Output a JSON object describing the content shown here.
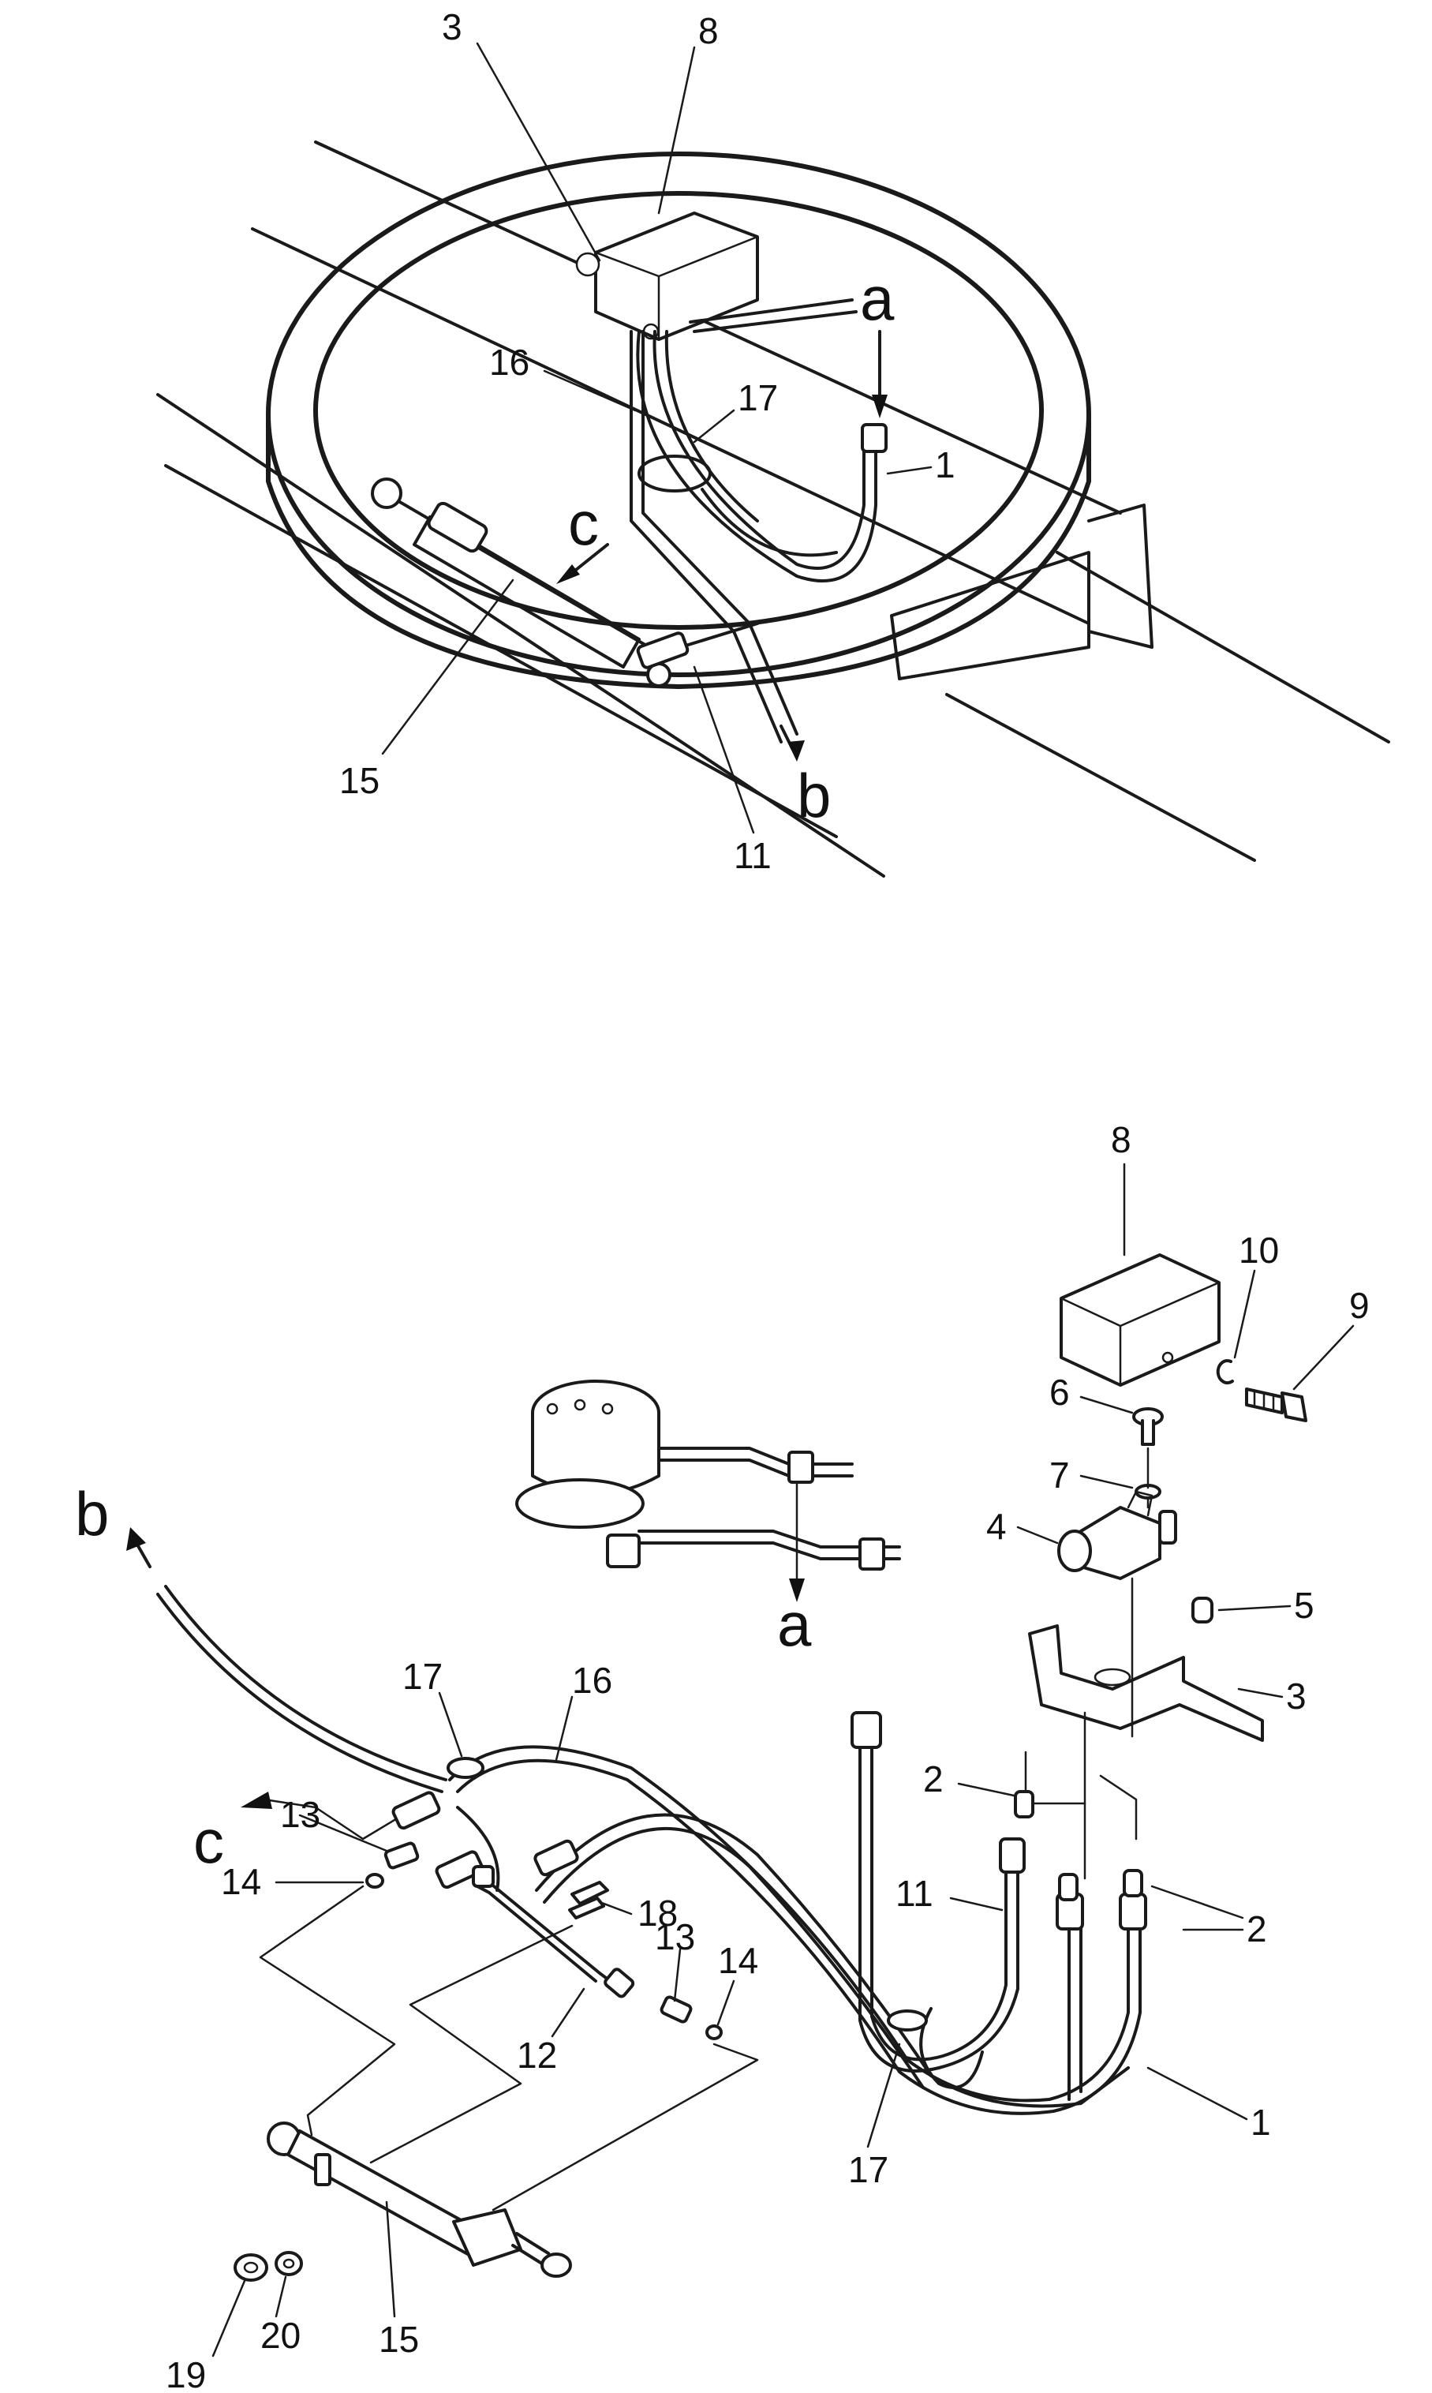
{
  "callouts_top": {
    "n3": "3",
    "n8": "8",
    "a": "a",
    "n16": "16",
    "n17": "17",
    "n1": "1",
    "c": "c",
    "n15": "15",
    "b": "b",
    "n11": "11"
  },
  "callouts_bottom": {
    "n8": "8",
    "n10": "10",
    "n9": "9",
    "n6": "6",
    "n7": "7",
    "n4": "4",
    "n5": "5",
    "n3": "3",
    "b": "b",
    "a": "a",
    "n17a": "17",
    "n16": "16",
    "c": "c",
    "n2a": "2",
    "n13a": "13",
    "n18": "18",
    "n14a": "14",
    "n11": "11",
    "n2b": "2",
    "n13b": "13",
    "n14b": "14",
    "n12": "12",
    "n1": "1",
    "n17b": "17",
    "n19": "19",
    "n20": "20",
    "n15": "15"
  }
}
